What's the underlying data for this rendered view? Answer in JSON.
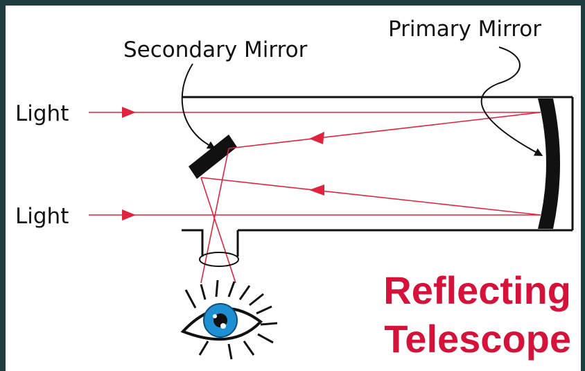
{
  "labels": {
    "primary_mirror": "Primary Mirror",
    "secondary_mirror": "Secondary Mirror",
    "light_top": "Light",
    "light_bottom": "Light"
  },
  "title": {
    "line1": "Reflecting",
    "line2": "Telescope"
  },
  "colors": {
    "background": "#1f3d40",
    "ray": "#e0243f",
    "title": "#d4123a",
    "outline": "#111111"
  },
  "icons": [
    "eye-icon",
    "lens-icon",
    "arrow-icon"
  ]
}
